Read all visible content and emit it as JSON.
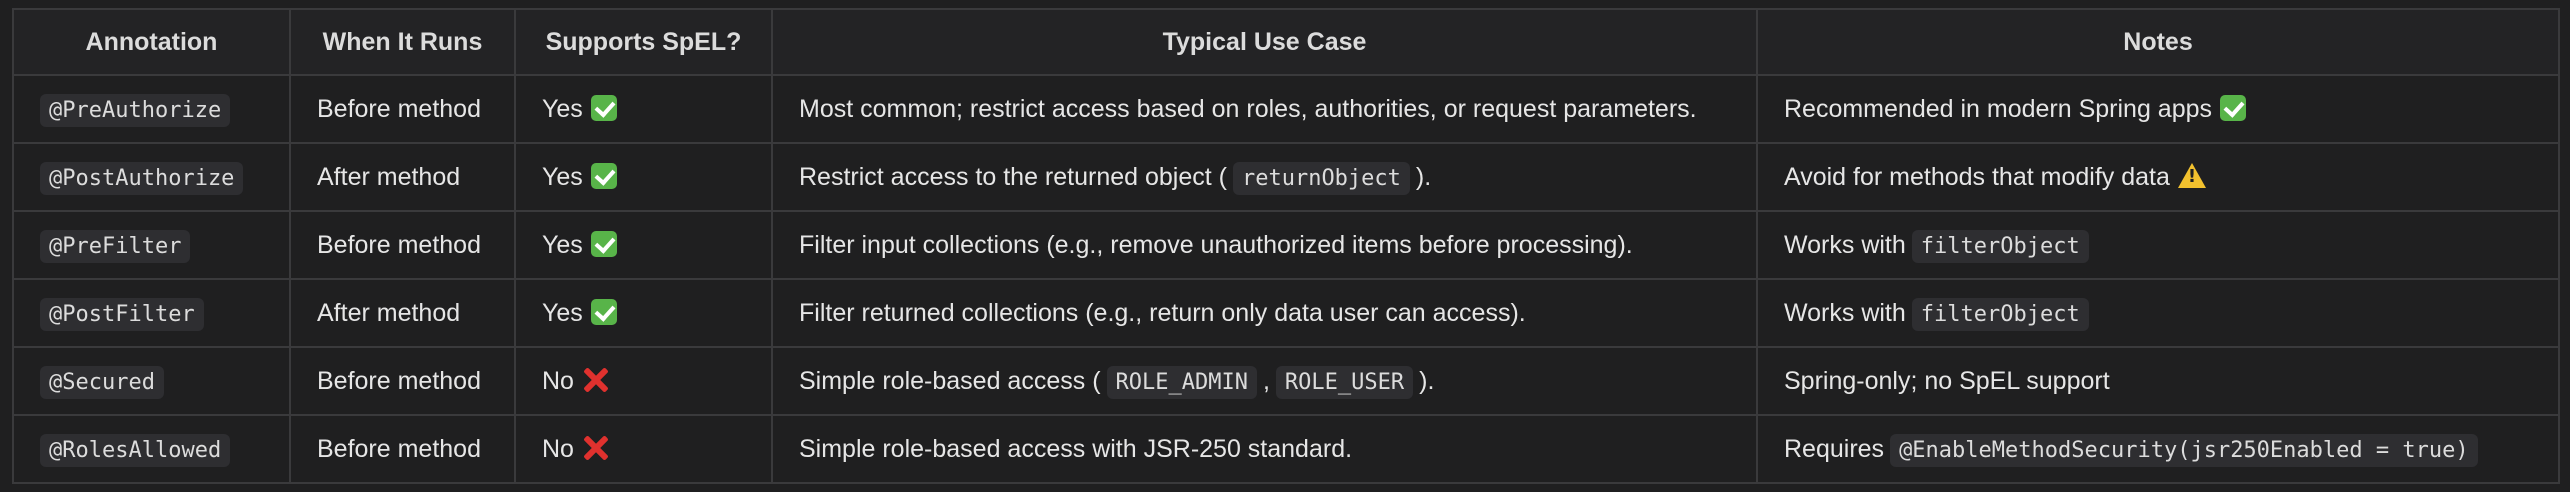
{
  "table": {
    "headers": [
      "Annotation",
      "When It Runs",
      "Supports SpEL?",
      "Typical Use Case",
      "Notes"
    ],
    "rows": [
      {
        "annotation": "@PreAuthorize",
        "when": "Before method",
        "spel": "Yes",
        "spel_icon": "check-icon",
        "use_case": [
          "Most common; restrict access based on roles, authorities, or request parameters."
        ],
        "notes": "Recommended in modern Spring apps",
        "notes_icon": "check-icon"
      },
      {
        "annotation": "@PostAuthorize",
        "when": "After method",
        "spel": "Yes",
        "spel_icon": "check-icon",
        "use_case": [
          "Restrict access to the returned object (",
          "returnObject",
          ")."
        ],
        "notes": "Avoid for methods that modify data",
        "notes_icon": "warning-icon"
      },
      {
        "annotation": "@PreFilter",
        "when": "Before method",
        "spel": "Yes",
        "spel_icon": "check-icon",
        "use_case": [
          "Filter input collections (e.g., remove unauthorized items before processing)."
        ],
        "notes_prefix": "Works with",
        "notes_code": "filterObject"
      },
      {
        "annotation": "@PostFilter",
        "when": "After method",
        "spel": "Yes",
        "spel_icon": "check-icon",
        "use_case": [
          "Filter returned collections (e.g., return only data user can access)."
        ],
        "notes_prefix": "Works with",
        "notes_code": "filterObject"
      },
      {
        "annotation": "@Secured",
        "when": "Before method",
        "spel": "No",
        "spel_icon": "cross-icon",
        "use_case": [
          "Simple role-based access (",
          "ROLE_ADMIN",
          ",",
          "ROLE_USER",
          ")."
        ],
        "notes": "Spring-only; no SpEL support"
      },
      {
        "annotation": "@RolesAllowed",
        "when": "Before method",
        "spel": "No",
        "spel_icon": "cross-icon",
        "use_case": [
          "Simple role-based access with JSR-250 standard."
        ],
        "notes_prefix": "Requires",
        "notes_code": "@EnableMethodSecurity(jsr250Enabled = true)"
      }
    ]
  },
  "colors": {
    "background": "#1f1f20",
    "border": "#3a3a3c",
    "code_background": "#2e2e31",
    "check": "#58b449",
    "cross": "#e0312e",
    "warning": "#f2c12e"
  }
}
